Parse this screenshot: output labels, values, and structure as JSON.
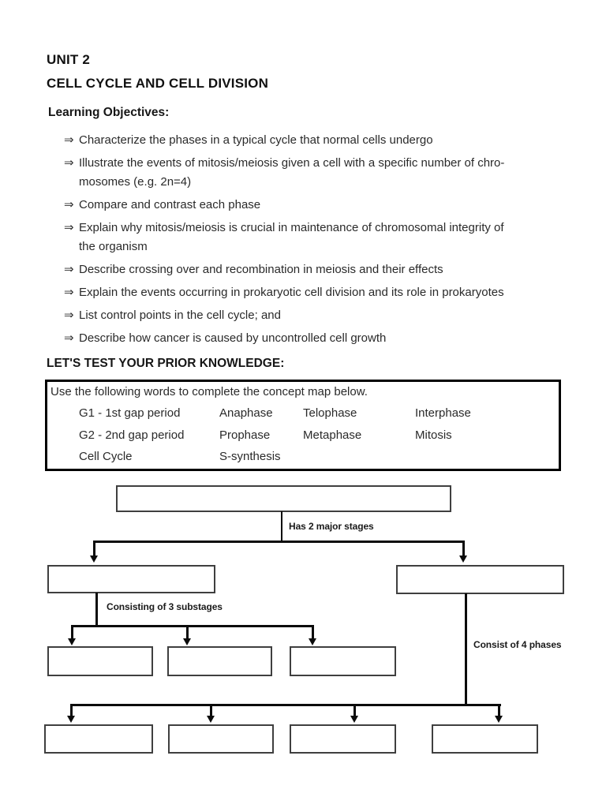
{
  "document": {
    "unit_label": "UNIT 2",
    "title": "CELL CYCLE AND CELL DIVISION",
    "objectives_heading": "Learning Objectives:",
    "bullet_glyph": "⇒",
    "objectives": [
      "Characterize the phases in a typical cycle that normal cells undergo",
      "Illustrate the events of mitosis/meiosis given a cell with a specific number of chro-\nmosomes (e.g. 2n=4)",
      "Compare and contrast each phase",
      "Explain why mitosis/meiosis is crucial in maintenance of chromosomal integrity of\nthe organism",
      "Describe crossing over and recombination in meiosis and their effects",
      "Explain the events occurring in prokaryotic cell division and its role in prokaryotes",
      "List control points in the cell cycle; and",
      "Describe how cancer is caused by uncontrolled cell growth"
    ],
    "prior_knowledge_heading": "LET'S TEST YOUR PRIOR KNOWLEDGE:"
  },
  "word_bank": {
    "instruction": "Use the following words to complete the concept map below.",
    "rows": [
      [
        "G1 - 1st gap period",
        "Anaphase",
        "Telophase",
        "Interphase"
      ],
      [
        "G2 - 2nd gap period",
        "Prophase",
        "Metaphase",
        "Mitosis"
      ],
      [
        "Cell Cycle",
        "S-synthesis"
      ]
    ]
  },
  "concept_map": {
    "edge_labels": {
      "major_stages": "Has 2 major stages",
      "substages": "Consisting of 3 substages",
      "phases": "Consist of 4 phases"
    },
    "blank_box_count": 10
  },
  "colors": {
    "background": "#ffffff",
    "text": "#262626",
    "heading": "#111111",
    "line": "#0b0b0b",
    "box_border": "#3f3f3f",
    "word_bank_border": "#000000"
  }
}
